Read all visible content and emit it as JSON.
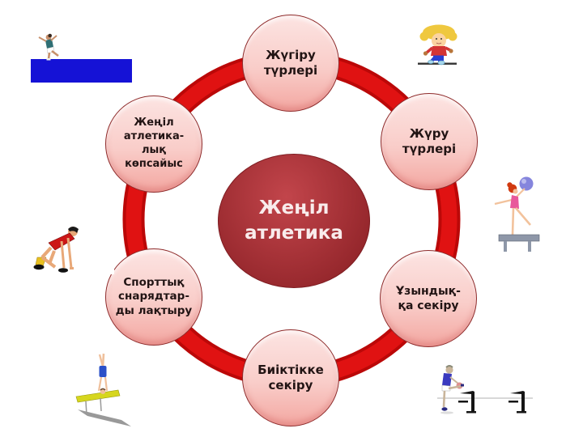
{
  "diagram": {
    "center_label": "Жеңіл\nатлетика",
    "nodes": {
      "top": "Жүгіру\nтүрлері",
      "top_right": "Жүру\nтүрлері",
      "bottom_right": "Ұзындық-\nқа секіру",
      "bottom": "Биіктікке\nсекіру",
      "bottom_left": "Спорттық\nснарядтар-\nды лақтыру",
      "top_left": "Жеңіл\nатлетика-\nлық\nкөпсайыс"
    },
    "colors": {
      "ring": "#E01212",
      "ring_edge": "#BB0808",
      "center_top": "#C2454B",
      "center_bottom": "#8E2227",
      "center_text": "#F9ECEC",
      "node_top": "#FCE4E2",
      "node_bottom": "#F3A7A1",
      "node_border": "#8E2B2B",
      "node_text": "#221414",
      "clipart_platform_blue": "#1512D6"
    },
    "cliparts": [
      {
        "name": "jumper-on-platform",
        "position": "top-left"
      },
      {
        "name": "running-kid",
        "position": "top-right"
      },
      {
        "name": "gymnast-with-ball",
        "position": "right"
      },
      {
        "name": "hurdler",
        "position": "bottom-right"
      },
      {
        "name": "handstand-gymnast",
        "position": "bottom-left-center"
      },
      {
        "name": "sprinter-start",
        "position": "left"
      }
    ]
  }
}
